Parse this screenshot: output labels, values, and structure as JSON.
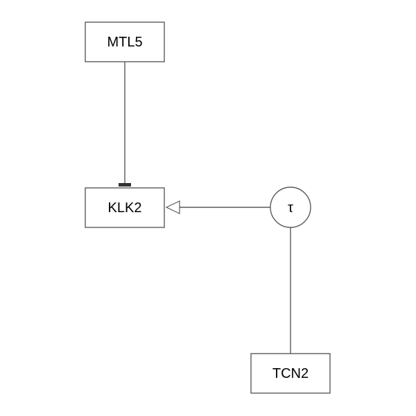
{
  "diagram": {
    "nodes": {
      "mtl5": "MTL5",
      "klk2": "KLK2",
      "tau": "τ",
      "tcn2": "TCN2"
    },
    "edges": [
      {
        "from": "MTL5",
        "to": "KLK2",
        "type": "inhibition"
      },
      {
        "from": "τ",
        "to": "KLK2",
        "type": "stimulation"
      },
      {
        "from": "TCN2",
        "to": "τ",
        "type": "association"
      }
    ],
    "colors": {
      "stroke": "#5a5a5a",
      "text": "#000000",
      "background": "#ffffff"
    }
  }
}
